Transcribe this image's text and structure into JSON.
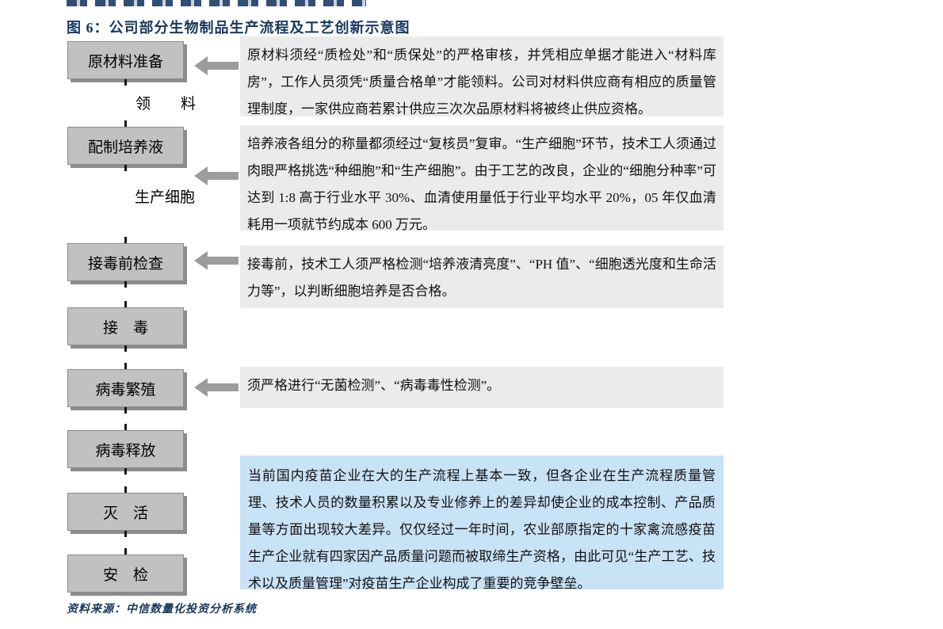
{
  "figure": {
    "title": "图 6：公司部分生物制品生产流程及工艺创新示意图",
    "source": "资料来源：中信数量化投资分析系统"
  },
  "flow": {
    "steps": [
      {
        "label": "原材料准备"
      },
      {
        "label": "配制培养液"
      },
      {
        "label": "接毒前检查"
      },
      {
        "label": "接　毒"
      },
      {
        "label": "病毒繁殖"
      },
      {
        "label": "病毒释放"
      },
      {
        "label": "灭　活"
      },
      {
        "label": "安　检"
      }
    ],
    "sublabels": [
      {
        "label": "领　　料"
      },
      {
        "label": "生产细胞"
      }
    ]
  },
  "notes": [
    {
      "text": "原材料须经“质检处”和“质保处”的严格审核，并凭相应单据才能进入“材料库房”，工作人员须凭“质量合格单”才能领料。公司对材料供应商有相应的质量管理制度，一家供应商若累计供应三次次品原材料将被终止供应资格。"
    },
    {
      "text": "培养液各组分的称量都须经过“复核员”复审。“生产细胞”环节，技术工人须通过肉眼严格挑选“种细胞”和“生产细胞”。由于工艺的改良，企业的“细胞分种率”可达到 1:8 高于行业水平 30%、血清使用量低于行业平均水平 20%，05 年仅血清耗用一项就节约成本 600 万元。"
    },
    {
      "text": "接毒前，技术工人须严格检测“培养液清亮度”、“PH 值”、“细胞透光度和生命活力等”，以判断细胞培养是否合格。"
    },
    {
      "text": "须严格进行“无菌检测”、“病毒毒性检测”。"
    }
  ],
  "highlight": {
    "text": "当前国内疫苗企业在大的生产流程上基本一致，但各企业在生产流程质量管理、技术人员的数量积累以及专业修养上的差异却使企业的成本控制、产品质量等方面出现较大差异。仅仅经过一年时间，农业部原指定的十家禽流感疫苗生产企业就有四家因产品质量问题而被取缔生产资格，由此可见“生产工艺、技术以及质量管理”对疫苗生产企业构成了重要的竞争壁垒。"
  },
  "colors": {
    "title_blue": "#17375E",
    "box_fill": "#C1C1C1",
    "box_shadow": "#8C8C8C",
    "note_bg": "#EBEBEB",
    "highlight_bg": "#C8E2F6",
    "arrow_gray": "#9C9C9C"
  }
}
